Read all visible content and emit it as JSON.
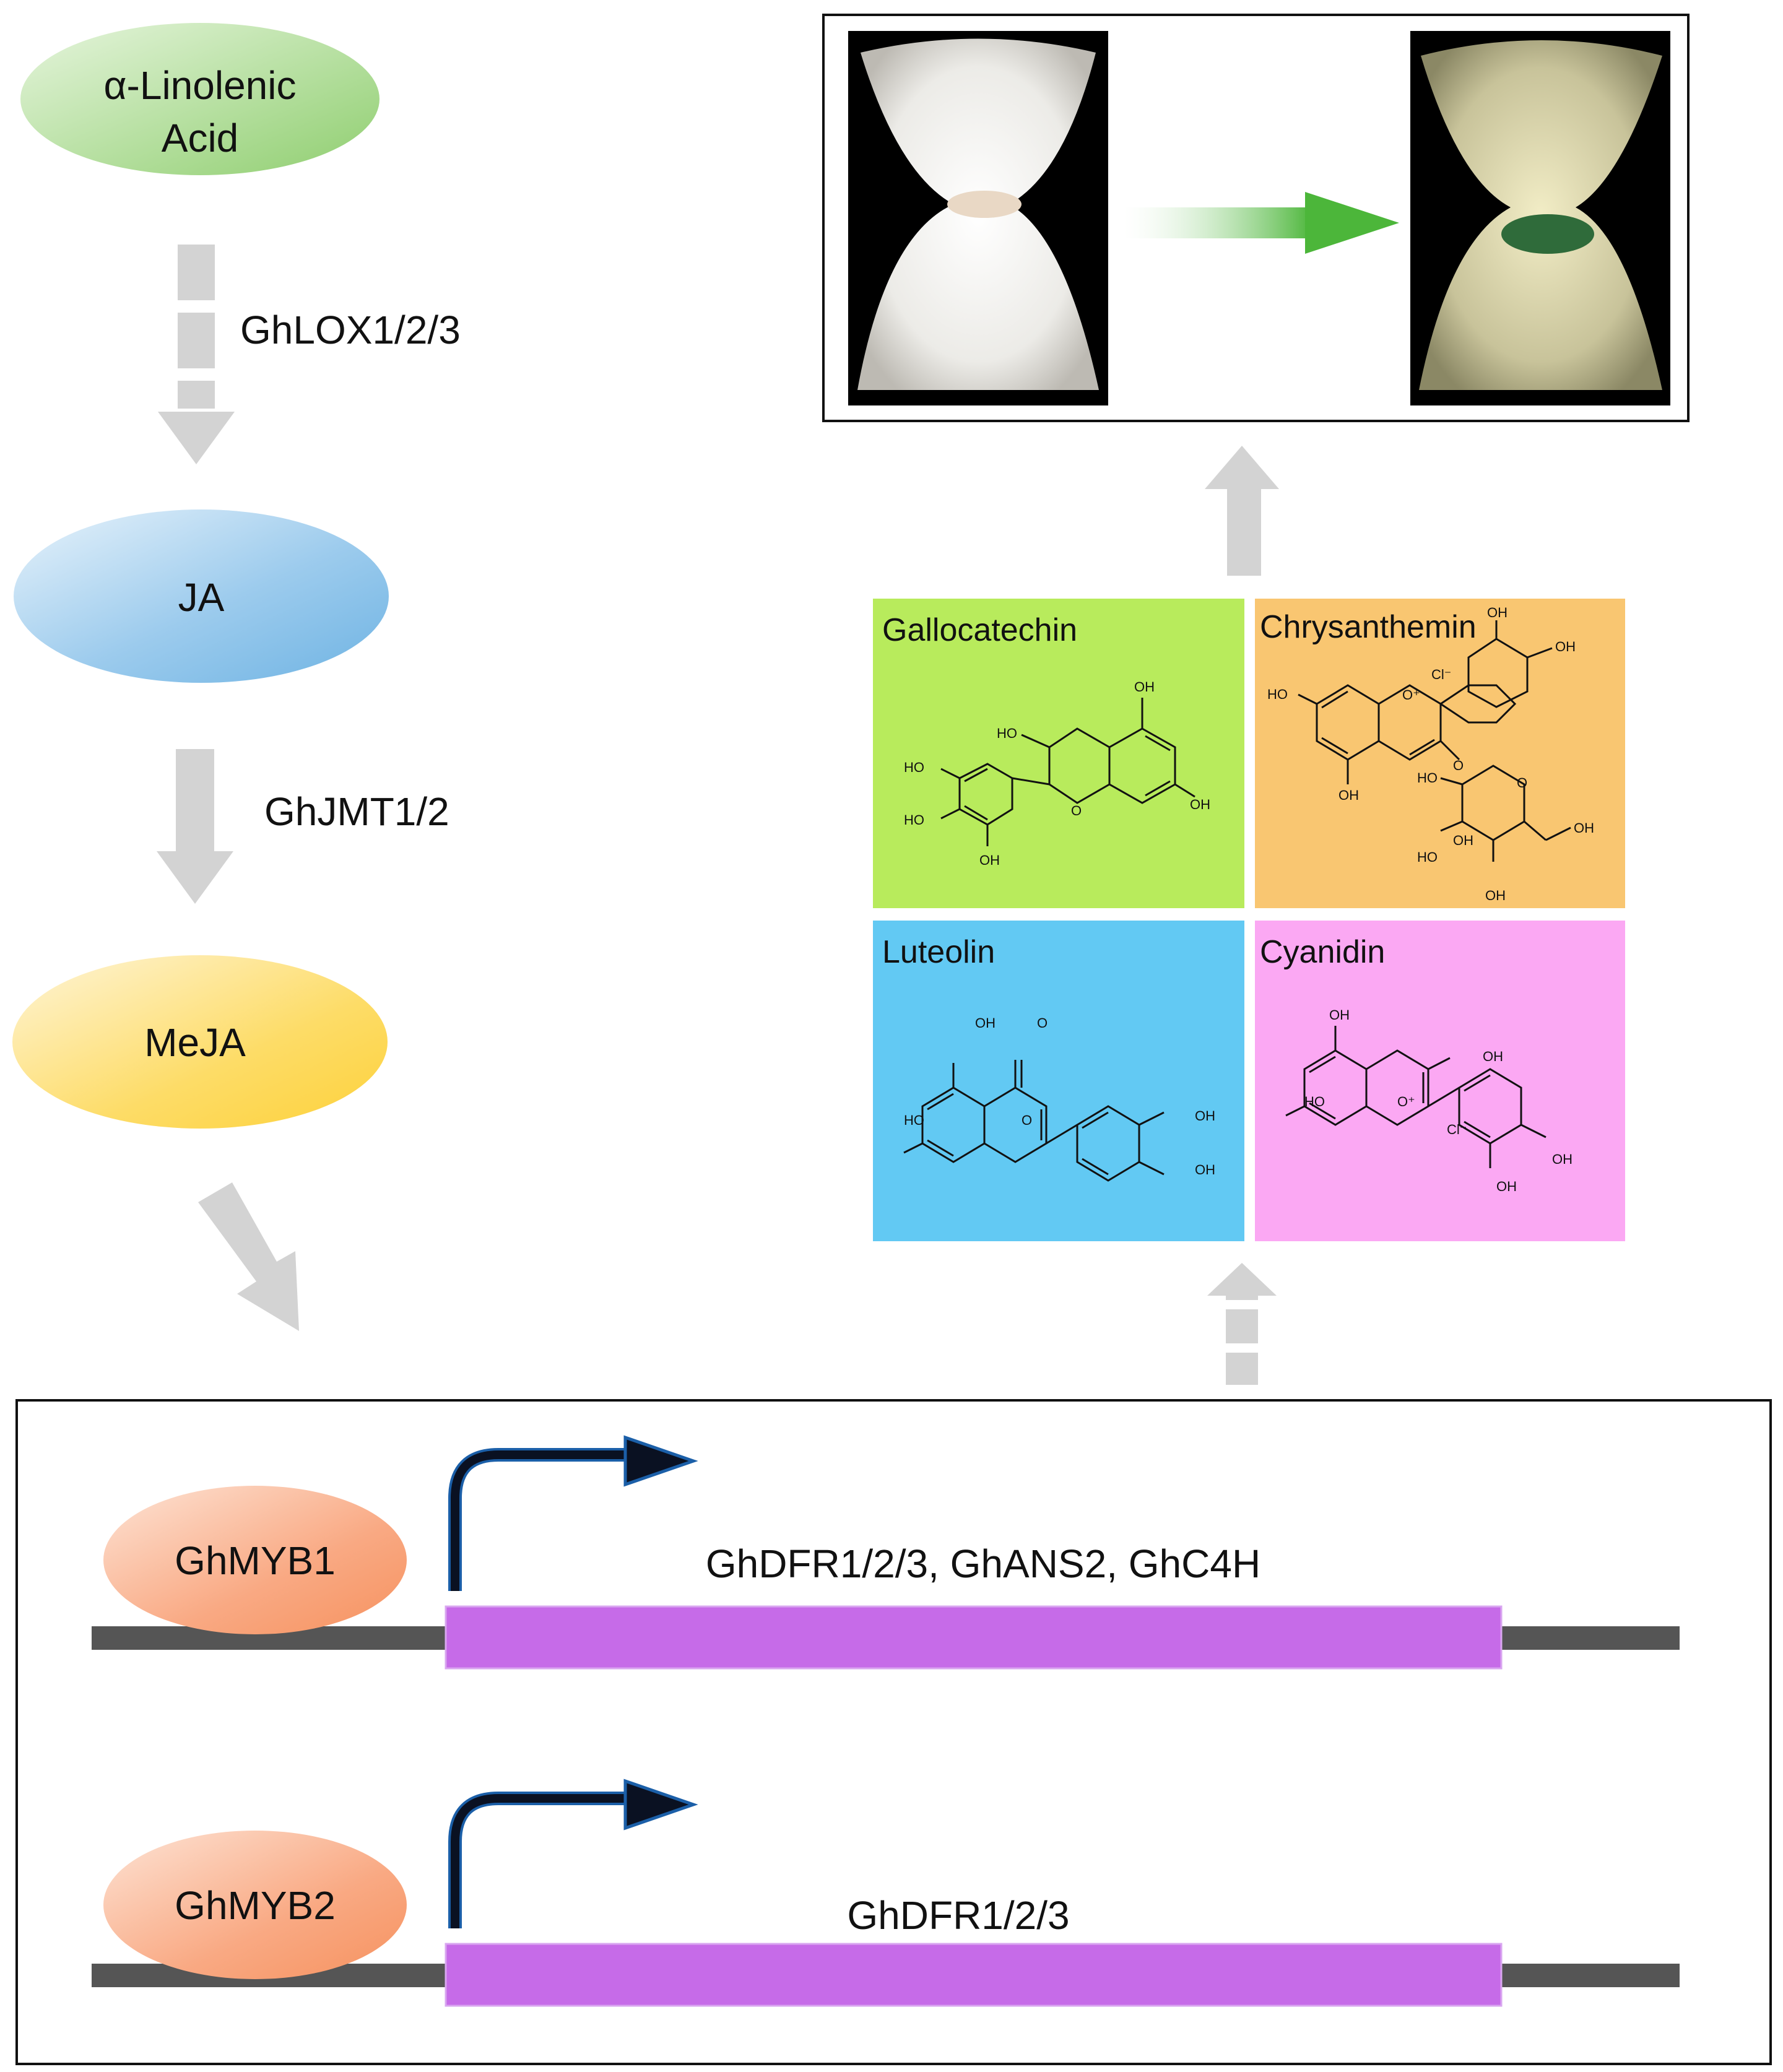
{
  "pathway": {
    "nodes": [
      {
        "id": "ala",
        "label_line1": "α-Linolenic",
        "label_line2": "Acid"
      },
      {
        "id": "ja",
        "label": "JA"
      },
      {
        "id": "meja",
        "label": "MeJA"
      }
    ],
    "enzymes": {
      "lox": "GhLOX1/2/3",
      "jmt": "GhJMT1/2"
    }
  },
  "regulation": {
    "rows": [
      {
        "tf": "GhMYB1",
        "targets": "GhDFR1/2/3, GhANS2, GhC4H"
      },
      {
        "tf": "GhMYB2",
        "targets": "GhDFR1/2/3"
      }
    ]
  },
  "compounds": [
    {
      "name": "Gallocatechin",
      "color": "#b8eb5c",
      "atoms": [
        "HO",
        "OH",
        "HO",
        "HO",
        "OH",
        "O",
        "OH"
      ]
    },
    {
      "name": "Chrysanthemin",
      "color": "#f9c671",
      "atoms": [
        "OH",
        "OH",
        "Cl⁻",
        "O⁺",
        "HO",
        "O",
        "OH",
        "HO",
        "O",
        "OH",
        "HO",
        "OH",
        "OH"
      ]
    },
    {
      "name": "Luteolin",
      "color": "#62c9f3",
      "atoms": [
        "OH",
        "O",
        "HO",
        "O",
        "OH",
        "OH"
      ]
    },
    {
      "name": "Cyanidin",
      "color": "#fba8f3",
      "atoms": [
        "OH",
        "OH",
        "HO",
        "O⁺",
        "Cl⁻",
        "OH",
        "OH"
      ]
    }
  ],
  "colors": {
    "ala": "#8fce6f",
    "ja": "#7cbbe6",
    "meja": "#fdd74e",
    "myb": "#f9a37a",
    "gene_bar": "#c66be8",
    "dna": "#555555",
    "arrow_gray": "#d3d3d3",
    "tss_arrow": "#0a1122",
    "green_arrow": "#5fbf3f"
  },
  "photos": {
    "before": "white-cotton-fiber",
    "after": "green-cotton-fiber"
  }
}
